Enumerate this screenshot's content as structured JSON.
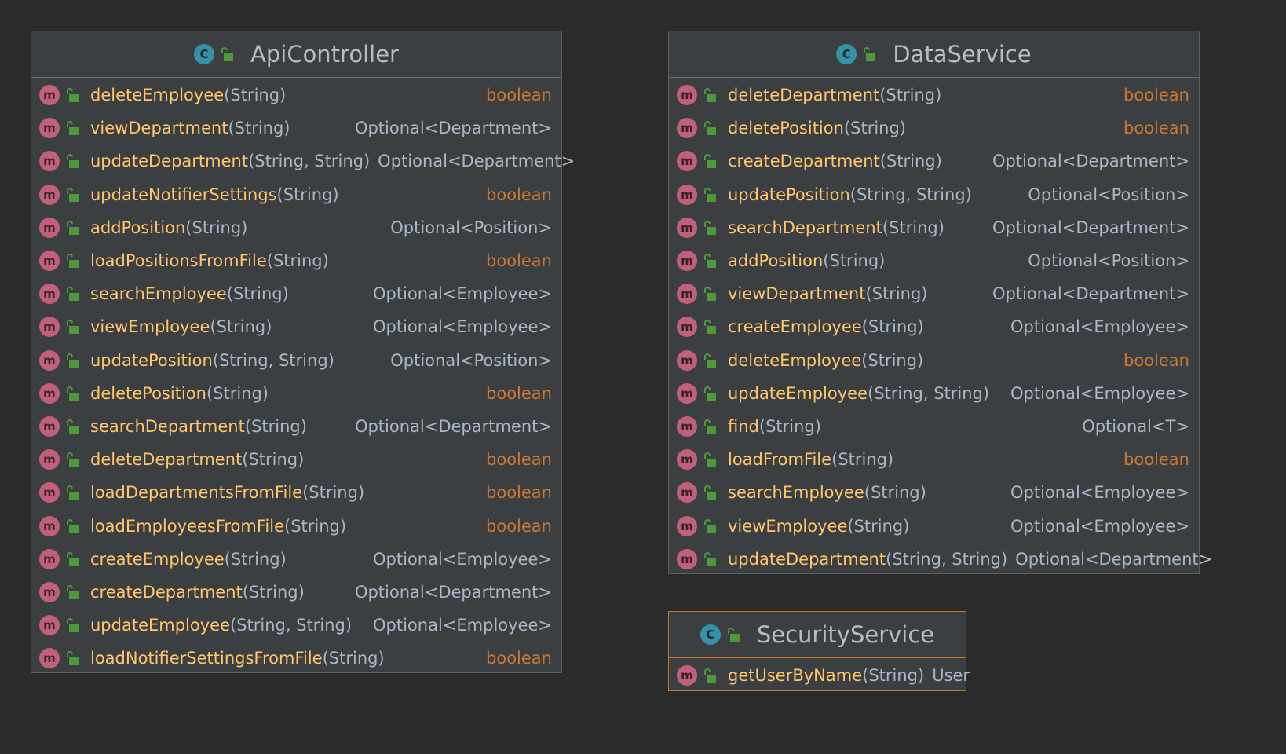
{
  "classes": [
    {
      "name": "ApiController",
      "selected": false,
      "class_icon": "C",
      "methods": [
        {
          "name": "deleteEmployee",
          "params": "(String)",
          "returns": "boolean"
        },
        {
          "name": "viewDepartment",
          "params": "(String)",
          "returns": "Optional<Department>"
        },
        {
          "name": "updateDepartment",
          "params": "(String, String)",
          "returns": "Optional<Department>"
        },
        {
          "name": "updateNotifierSettings",
          "params": "(String)",
          "returns": "boolean"
        },
        {
          "name": "addPosition",
          "params": "(String)",
          "returns": "Optional<Position>"
        },
        {
          "name": "loadPositionsFromFile",
          "params": "(String)",
          "returns": "boolean"
        },
        {
          "name": "searchEmployee",
          "params": "(String)",
          "returns": "Optional<Employee>"
        },
        {
          "name": "viewEmployee",
          "params": "(String)",
          "returns": "Optional<Employee>"
        },
        {
          "name": "updatePosition",
          "params": "(String, String)",
          "returns": "Optional<Position>"
        },
        {
          "name": "deletePosition",
          "params": "(String)",
          "returns": "boolean"
        },
        {
          "name": "searchDepartment",
          "params": "(String)",
          "returns": "Optional<Department>"
        },
        {
          "name": "deleteDepartment",
          "params": "(String)",
          "returns": "boolean"
        },
        {
          "name": "loadDepartmentsFromFile",
          "params": "(String)",
          "returns": "boolean"
        },
        {
          "name": "loadEmployeesFromFile",
          "params": "(String)",
          "returns": "boolean"
        },
        {
          "name": "createEmployee",
          "params": "(String)",
          "returns": "Optional<Employee>"
        },
        {
          "name": "createDepartment",
          "params": "(String)",
          "returns": "Optional<Department>"
        },
        {
          "name": "updateEmployee",
          "params": "(String, String)",
          "returns": "Optional<Employee>"
        },
        {
          "name": "loadNotifierSettingsFromFile",
          "params": "(String)",
          "returns": "boolean"
        }
      ]
    },
    {
      "name": "DataService",
      "selected": false,
      "class_icon": "C",
      "methods": [
        {
          "name": "deleteDepartment",
          "params": "(String)",
          "returns": "boolean"
        },
        {
          "name": "deletePosition",
          "params": "(String)",
          "returns": "boolean"
        },
        {
          "name": "createDepartment",
          "params": "(String)",
          "returns": "Optional<Department>"
        },
        {
          "name": "updatePosition",
          "params": "(String, String)",
          "returns": "Optional<Position>"
        },
        {
          "name": "searchDepartment",
          "params": "(String)",
          "returns": "Optional<Department>"
        },
        {
          "name": "addPosition",
          "params": "(String)",
          "returns": "Optional<Position>"
        },
        {
          "name": "viewDepartment",
          "params": "(String)",
          "returns": "Optional<Department>"
        },
        {
          "name": "createEmployee",
          "params": "(String)",
          "returns": "Optional<Employee>"
        },
        {
          "name": "deleteEmployee",
          "params": "(String)",
          "returns": "boolean"
        },
        {
          "name": "updateEmployee",
          "params": "(String, String)",
          "returns": "Optional<Employee>"
        },
        {
          "name": "find",
          "params": "(String)",
          "returns": "Optional<T>"
        },
        {
          "name": "loadFromFile",
          "params": "(String)",
          "returns": "boolean"
        },
        {
          "name": "searchEmployee",
          "params": "(String)",
          "returns": "Optional<Employee>"
        },
        {
          "name": "viewEmployee",
          "params": "(String)",
          "returns": "Optional<Employee>"
        },
        {
          "name": "updateDepartment",
          "params": "(String, String)",
          "returns": "Optional<Department>"
        }
      ]
    },
    {
      "name": "SecurityService",
      "selected": true,
      "class_icon": "C",
      "methods": [
        {
          "name": "getUserByName",
          "params": "(String)",
          "returns": "User"
        }
      ]
    }
  ],
  "method_icon": "m",
  "icons": {
    "class": "class-icon",
    "method": "method-icon",
    "visibility": "public-lock-icon"
  },
  "colors": {
    "background": "#2b2b2b",
    "box": "#3c3f41",
    "method_name": "#ffc66d",
    "keyword": "#cc7832",
    "text": "#a9b7c6",
    "class_icon": "#3592a6",
    "method_icon": "#c0607a",
    "lock": "#4e9a3a",
    "selected_border": "#c87526"
  }
}
